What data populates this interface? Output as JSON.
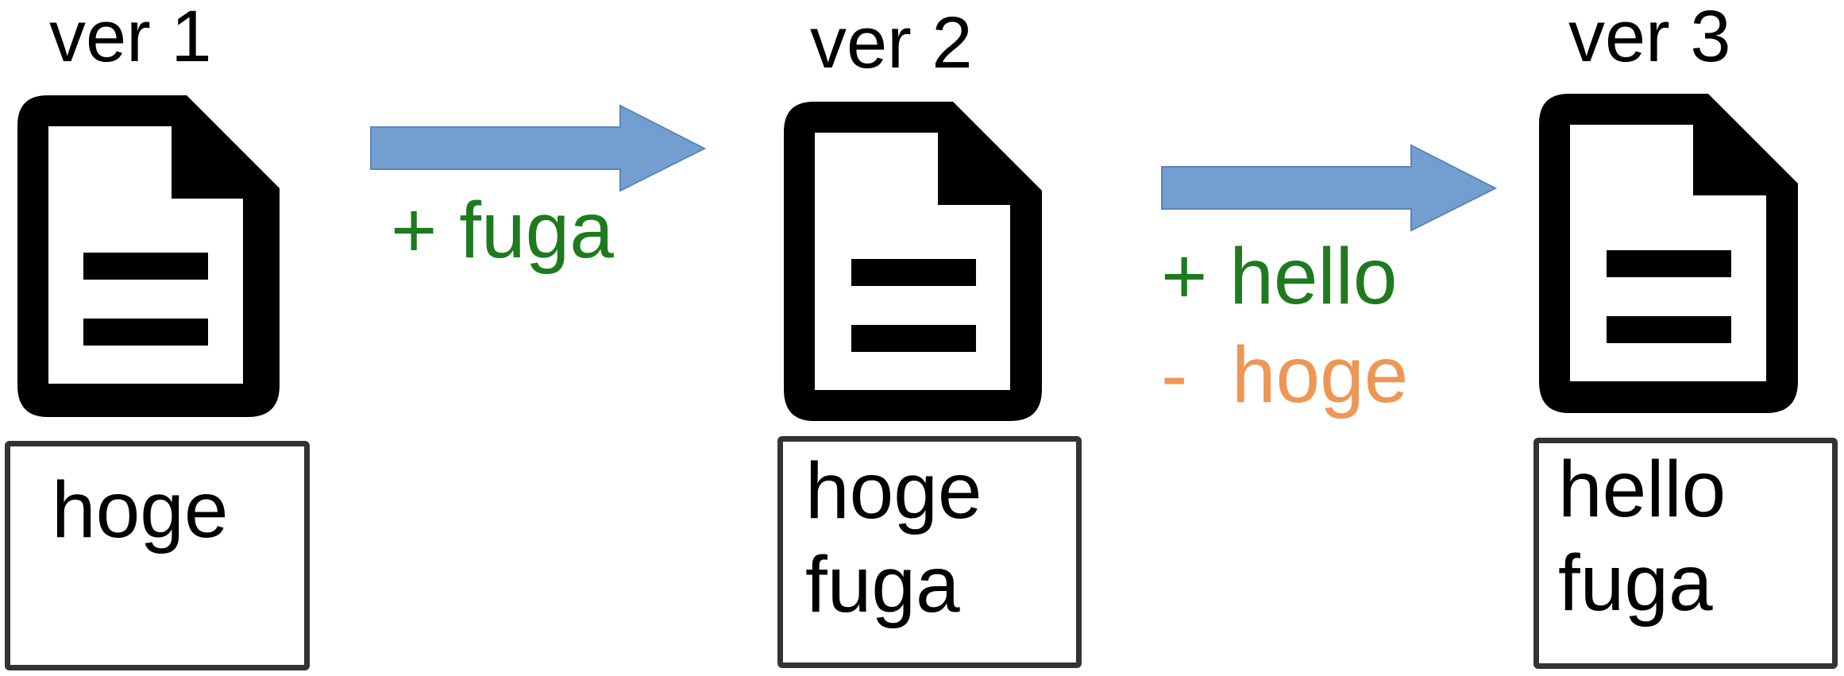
{
  "colors": {
    "arrow": "#729FCF",
    "arrow_stroke": "#5A86B8",
    "added": "#1E7A1E",
    "removed": "#EE9653",
    "icon": "#000000",
    "box_border": "#333333"
  },
  "icons": {
    "document": "document-icon",
    "arrow": "right-arrow-icon"
  },
  "versions": [
    {
      "label": "ver 1",
      "content": [
        "hoge"
      ]
    },
    {
      "label": "ver 2",
      "content": [
        "hoge",
        "fuga"
      ]
    },
    {
      "label": "ver 3",
      "content": [
        "hello",
        "fuga"
      ]
    }
  ],
  "changes": [
    {
      "lines": [
        {
          "sign": "+",
          "text": "fuga",
          "type": "added"
        }
      ]
    },
    {
      "lines": [
        {
          "sign": "+",
          "text": "hello",
          "type": "added"
        },
        {
          "sign": "-",
          "text": "hoge",
          "type": "removed"
        }
      ]
    }
  ]
}
